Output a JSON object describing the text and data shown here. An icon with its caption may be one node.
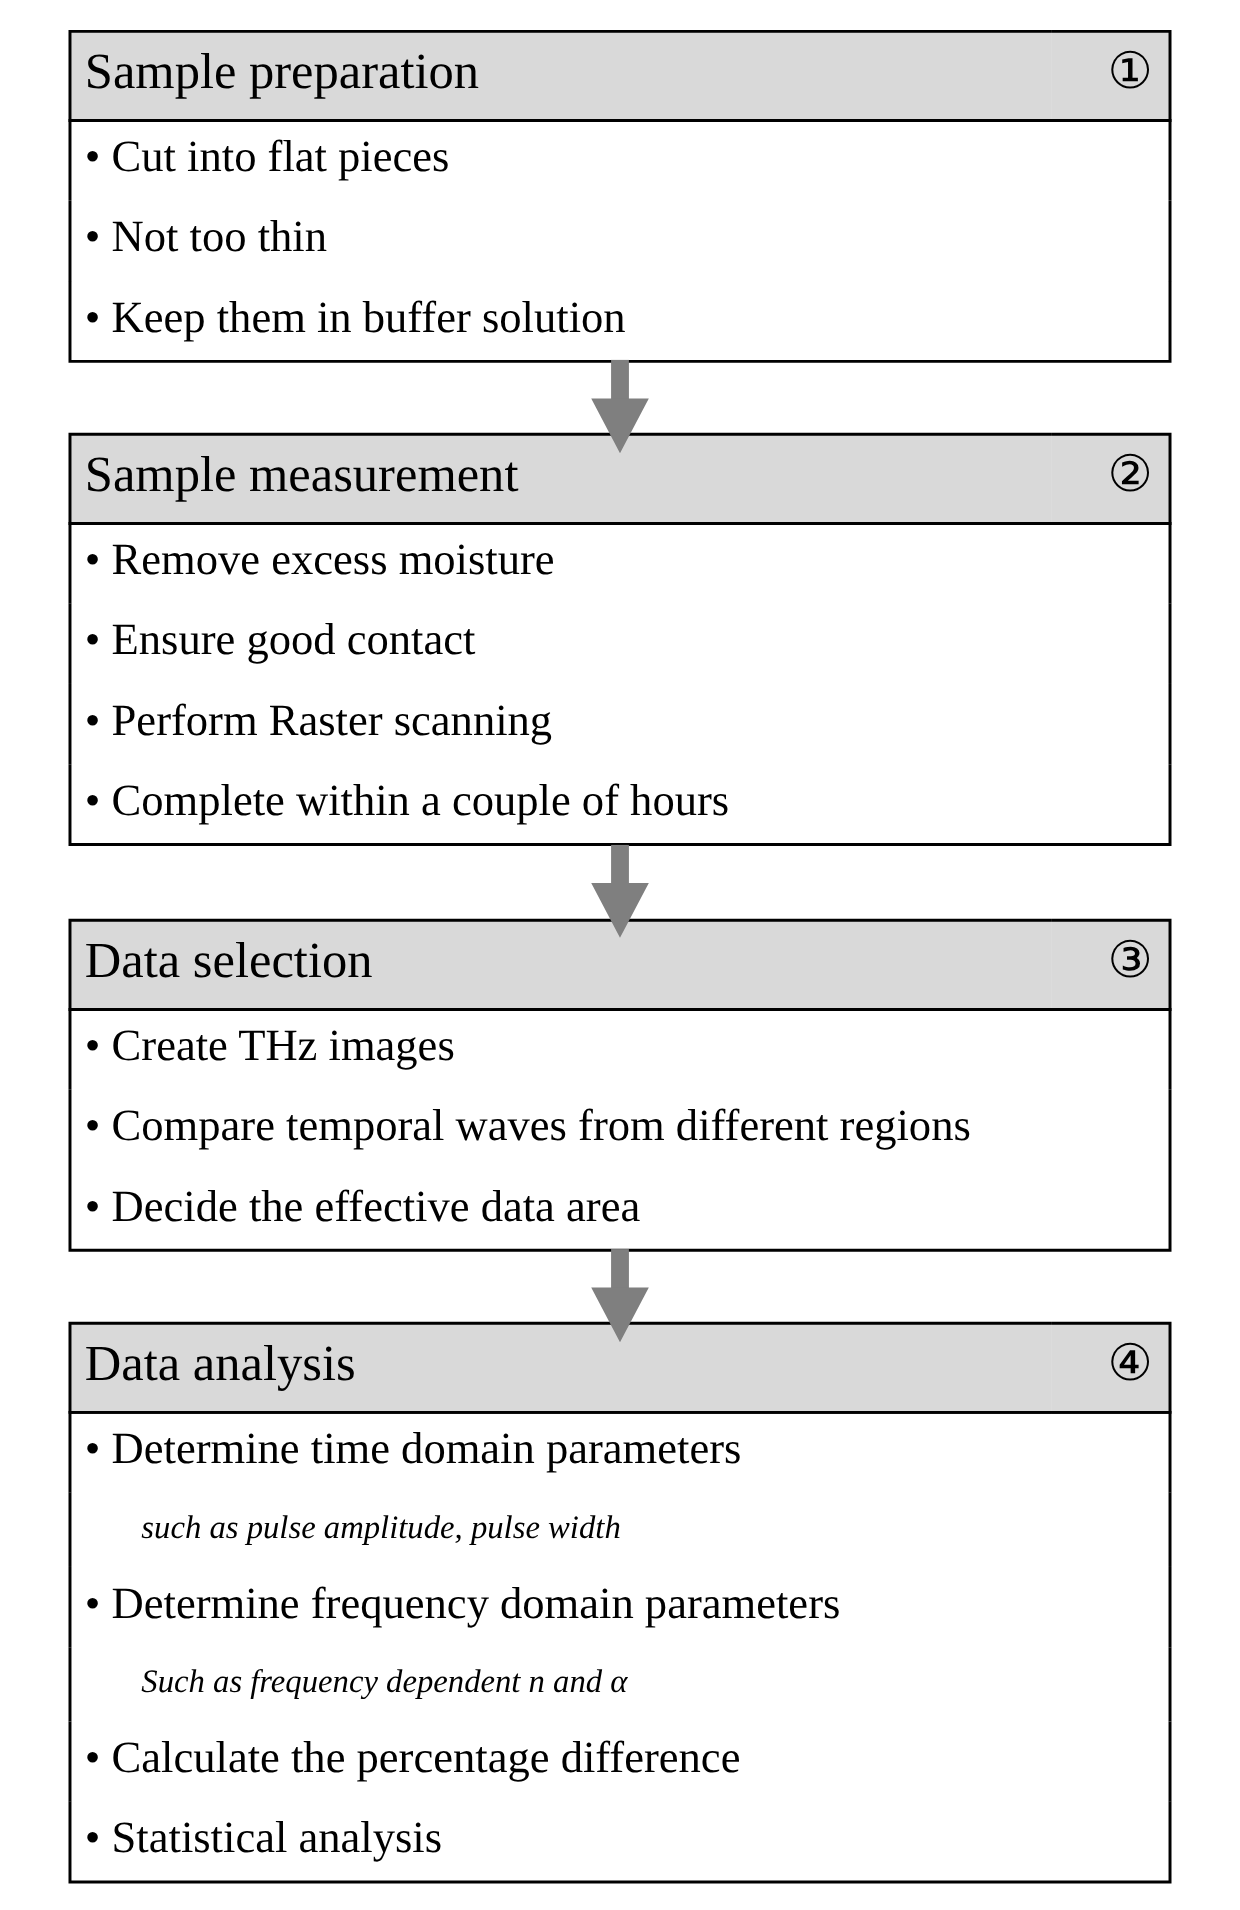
{
  "diagram": {
    "nodes": [
      {
        "text": [
          "Sample preparation",
          "①",
          "• Cut into flat pieces",
          "• Not too thin",
          "• Keep them in buffer solution"
        ]
      },
      {
        "text": [
          "Sample measurement",
          "②",
          "• Remove excess moisture",
          "• Ensure good contact",
          "• Perform Raster scanning",
          "• Complete within a couple of hours"
        ]
      },
      {
        "text": [
          "Data selection",
          "③",
          "• Create THz images",
          "• Compare temporal waves from different regions",
          "• Decide the effective data area"
        ]
      },
      {
        "text": [
          "Data analysis",
          "④",
          "• Determine time domain parameters",
          "such as pulse amplitude, pulse width",
          "• Determine frequency domain parameters",
          "Such as frequency dependent n and α",
          "• Calculate the percentage difference",
          "• Statistical analysis"
        ]
      }
    ],
    "edges": [
      {
        "from": 0,
        "to": 1,
        "arrow": "to"
      },
      {
        "from": 1,
        "to": 2,
        "arrow": "to"
      },
      {
        "from": 2,
        "to": 3,
        "arrow": "to"
      }
    ]
  }
}
